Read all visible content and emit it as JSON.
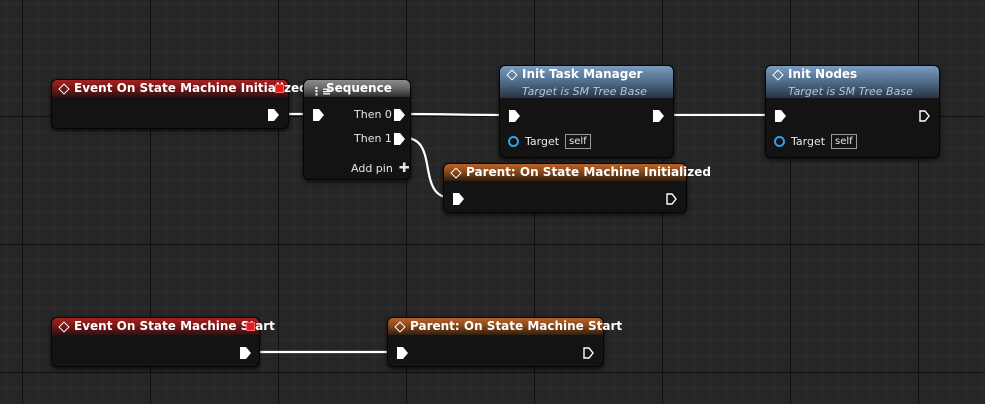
{
  "colors": {
    "event_header": "#a52222",
    "parent_header": "#b8632a",
    "function_header": "#7a9cbf",
    "sequence_header": "#8c8c8c",
    "exec_pin": "#ffffff",
    "object_pin": "#2ea1e8",
    "wire": "#ffffff",
    "grid_bg": "#262626"
  },
  "nodes": {
    "event_initialized": {
      "title": "Event On State Machine Initialized",
      "icon": "event-diamond-icon"
    },
    "sequence": {
      "title": "Sequence",
      "icon": "sequence-icon",
      "pins": [
        "Then 0",
        "Then 1"
      ],
      "add_pin": "Add pin",
      "add_icon": "plus-icon"
    },
    "init_task_manager": {
      "title": "Init Task Manager",
      "subtitle": "Target is SM Tree Base",
      "target_label": "Target",
      "target_value": "self"
    },
    "init_nodes": {
      "title": "Init Nodes",
      "subtitle": "Target is SM Tree Base",
      "target_label": "Target",
      "target_value": "self"
    },
    "parent_initialized": {
      "title": "Parent: On State Machine Initialized"
    },
    "event_start": {
      "title": "Event On State Machine Start",
      "icon": "event-diamond-icon"
    },
    "parent_start": {
      "title": "Parent: On State Machine Start"
    }
  }
}
